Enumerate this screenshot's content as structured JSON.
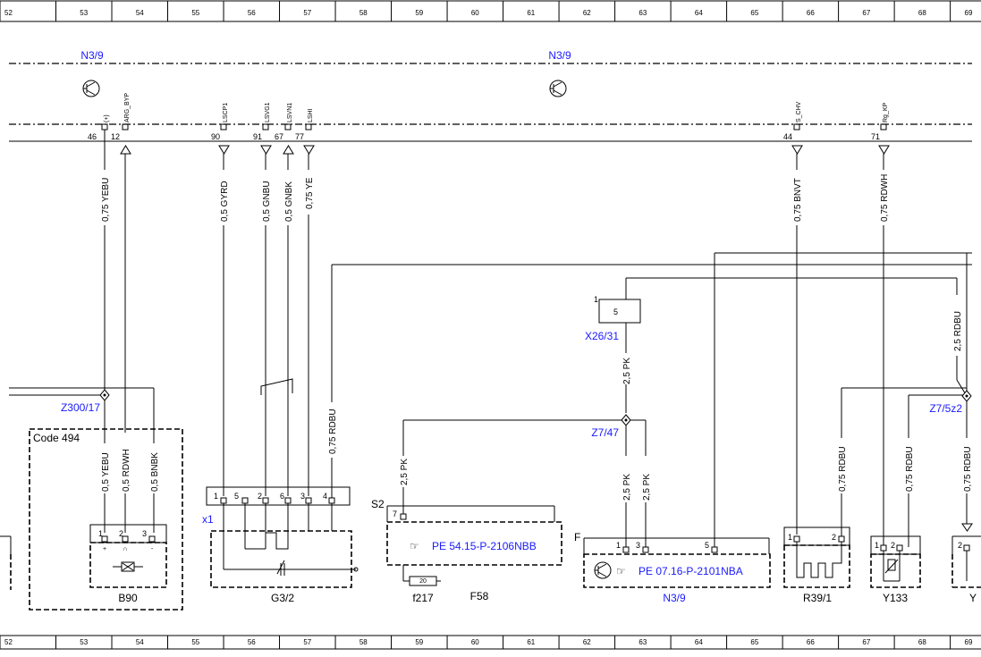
{
  "ruler": [
    "52",
    "53",
    "54",
    "55",
    "56",
    "57",
    "58",
    "59",
    "60",
    "61",
    "62",
    "63",
    "64",
    "65",
    "66",
    "67",
    "68",
    "69"
  ],
  "modules": {
    "n39_left": "N3/9",
    "n39_right": "N3/9"
  },
  "pins": {
    "p46": "46",
    "p12": "12",
    "p90": "90",
    "p91": "91",
    "p67": "67",
    "p77": "77",
    "p44": "44",
    "p71": "71",
    "sig46": "(+)",
    "sig12": "ARG_BYP",
    "sig90": "LSCP1",
    "sig91": "LSVG1",
    "sig67": "LSVN1",
    "sig77": "LSHI",
    "sig44": "S_CHV",
    "sig71": "Rg_KP"
  },
  "wires": {
    "w46": "0,75 YEBU",
    "w90": "0,5 GYRD",
    "w91": "0,5 GNBU",
    "w67": "0,5 GNBK",
    "w77": "0,75 YE",
    "w44": "0,75 BNVT",
    "w71": "0,75 RDWH",
    "w_rdbu_mid": "0,75 RDBU",
    "w_right_rdbu": "2,5 RDBU",
    "w_x26": "2,5 PK",
    "w_s2": "2,5 PK",
    "w_f1": "2,5 PK",
    "w_f3": "2,5 PK",
    "w_b1": "0,5 YEBU",
    "w_b2": "0,5 RDWH",
    "w_b3": "0,5 BNBK",
    "w_r39": "0,75 RDBU",
    "w_y133": "0,75 RDBU",
    "w_yright": "0,75 RDBU"
  },
  "splices": {
    "z300": "Z300/17",
    "z747": "Z7/47",
    "z75z2": "Z7/5z2"
  },
  "code_box": "Code 494",
  "x1": {
    "label": "x1",
    "pins": [
      "1",
      "5",
      "2",
      "6",
      "3",
      "4"
    ]
  },
  "components": {
    "b90": "B90",
    "g32": "G3/2",
    "f58": "F58",
    "f217": "f217",
    "n39": "N3/9",
    "r391": "R39/1",
    "y133": "Y133",
    "y_cut": "Y"
  },
  "b90_pins": [
    "1",
    "2",
    "3"
  ],
  "b90_signs": [
    "+",
    "∩",
    "-"
  ],
  "x2631": {
    "label": "X26/31",
    "pin": "5",
    "conn": "1"
  },
  "s2": {
    "label": "S2",
    "pin": "7",
    "ref": "PE 54.15-P-2106NBB",
    "fuse": "20"
  },
  "f_block": {
    "label": "F",
    "pins": [
      "1",
      "3",
      "5"
    ],
    "ref": "PE 07.16-P-2101NBA"
  },
  "r39_pins": [
    "1",
    "2"
  ],
  "y133_pins": [
    "1",
    "2"
  ],
  "y_cut_pin": "2",
  "icons": [
    "transistor-icon",
    "hand-pointer-icon",
    "splice-diamond-icon",
    "ground-triangle-icon"
  ]
}
